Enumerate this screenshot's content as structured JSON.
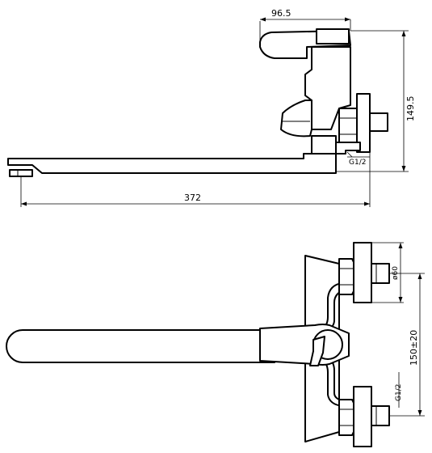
{
  "dimensions": {
    "top_width": "96.5",
    "height": "149.5",
    "thread_side": "G1/2",
    "spout_length": "372",
    "diameter": "ø60",
    "centers": "150±20",
    "thread_front": "G1/2"
  }
}
